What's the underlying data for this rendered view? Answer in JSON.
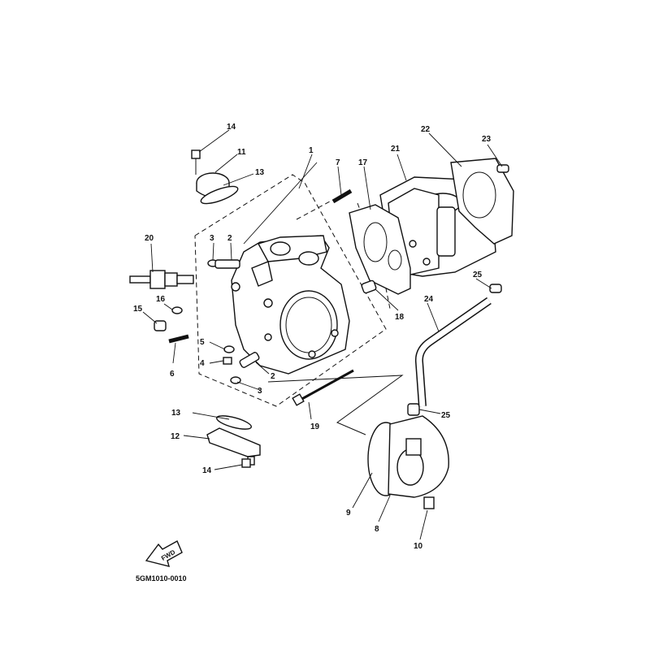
{
  "diagram_code": "5GM1010-0010",
  "fwd_label": "FWD",
  "callouts": {
    "c1": "1",
    "c2a": "2",
    "c2b": "2",
    "c3a": "3",
    "c3b": "3",
    "c4": "4",
    "c5": "5",
    "c6": "6",
    "c7": "7",
    "c8": "8",
    "c9": "9",
    "c10": "10",
    "c11": "11",
    "c12": "12",
    "c13a": "13",
    "c13b": "13",
    "c14a": "14",
    "c14b": "14",
    "c15": "15",
    "c16": "16",
    "c17": "17",
    "c18": "18",
    "c19": "19",
    "c20": "20",
    "c21": "21",
    "c22": "22",
    "c23": "23",
    "c24": "24",
    "c25a": "25",
    "c25b": "25"
  }
}
